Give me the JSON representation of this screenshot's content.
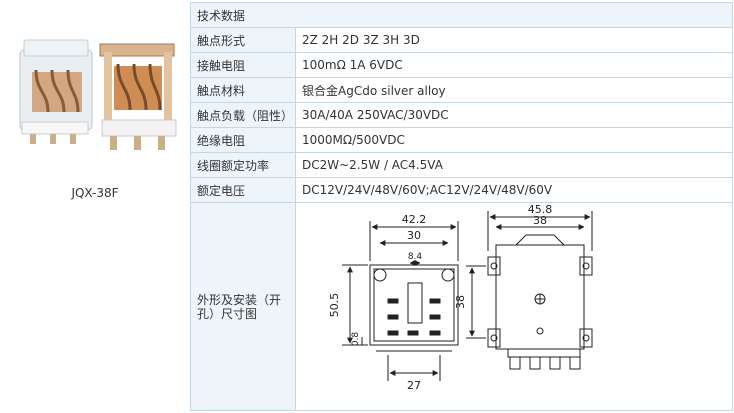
{
  "product": {
    "model": "JQX-38F"
  },
  "table": {
    "header": "技术数据",
    "rows": [
      {
        "label": "触点形式",
        "value": "2Z 2H 2D 3Z 3H 3D"
      },
      {
        "label": "接触电阻",
        "value": "100mΩ 1A 6VDC"
      },
      {
        "label": "触点材料",
        "value": "银合金AgCdo silver alloy"
      },
      {
        "label": "触点负载（阻性）",
        "value": "30A/40A 250VAC/30VDC"
      },
      {
        "label": "绝缘电阻",
        "value": "1000MΩ/500VDC"
      },
      {
        "label": "线圈额定功率",
        "value": "DC2W~2.5W / AC4.5VA"
      },
      {
        "label": "额定电压",
        "value": "DC12V/24V/48V/60V;AC12V/24V/48V/60V"
      }
    ],
    "drawing_label": "外形及安装（开孔）尺寸图"
  },
  "dimensions": {
    "front_width": "42.2",
    "pin_spacing": "30",
    "center_gap": "8.4",
    "front_height": "50.5",
    "small_gap": "0.8",
    "bottom_width": "27",
    "side_width": "45.8",
    "mount_spacing": "38",
    "side_height": "38"
  }
}
